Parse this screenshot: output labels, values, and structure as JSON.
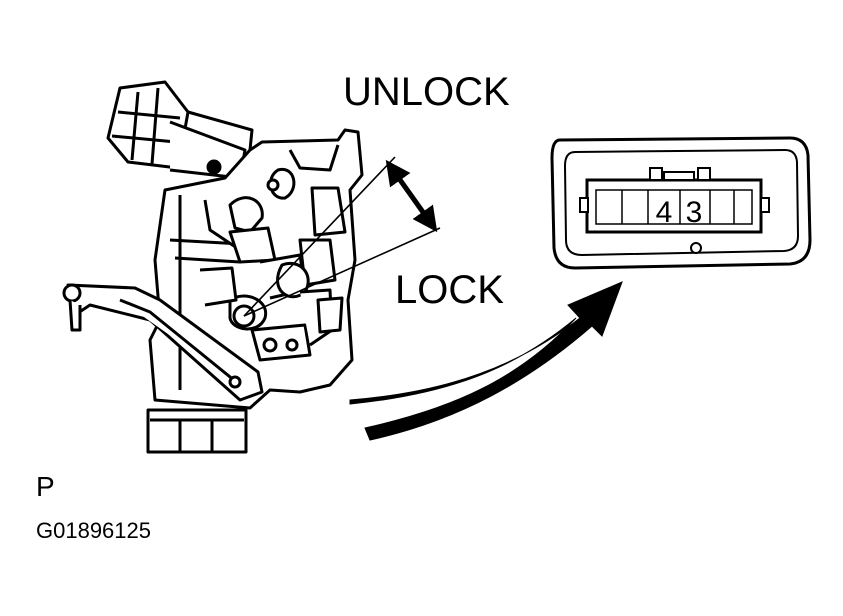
{
  "labels": {
    "unlock": "UNLOCK",
    "lock": "LOCK",
    "view": "P",
    "figure_code": "G01896125"
  },
  "connector": {
    "terminals": [
      "4",
      "3"
    ]
  },
  "colors": {
    "ink": "#000000",
    "background": "#ffffff"
  }
}
